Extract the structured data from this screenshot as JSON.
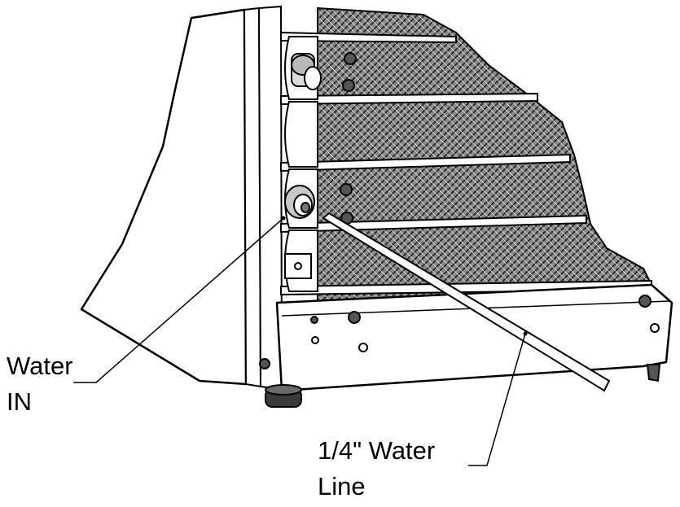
{
  "labels": {
    "water_in": {
      "line1": "Water",
      "line2": "IN"
    },
    "water_line": {
      "line1": "1/4\" Water",
      "line2": "Line"
    }
  },
  "colors": {
    "stroke": "#000000",
    "mesh_fill": "#6e6e6e",
    "mesh_dark": "#3a3a3a",
    "panel_fill": "#ffffff"
  }
}
